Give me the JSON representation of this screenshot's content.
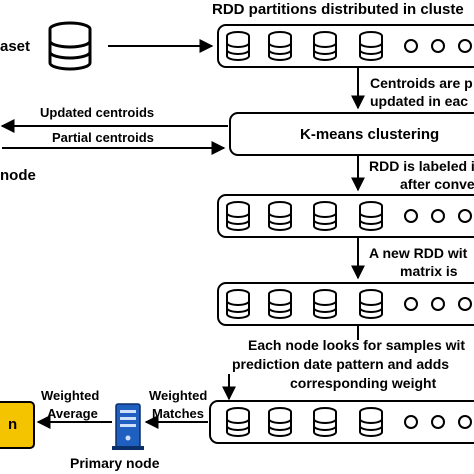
{
  "diagram": {
    "title": "RDD partitions distributed in cluste",
    "dataset_label": "aset",
    "node_label": "node",
    "centroids_note": [
      "Centroids are p",
      "updated in eac"
    ],
    "updated_centroids": "Updated centroids",
    "partial_centroids": "Partial centroids",
    "kmeans_label": "K-means clustering",
    "labeled_note": [
      "RDD is labeled i",
      "after conve"
    ],
    "new_rdd_note": [
      "A new RDD wit",
      "matrix is"
    ],
    "each_node_note": [
      "Each node looks for samples wit",
      "prediction date pattern and adds",
      "corresponding weight"
    ],
    "weighted_average": [
      "Weighted",
      "Average"
    ],
    "weighted_matches": [
      "Weighted",
      "Matches"
    ],
    "output_label": "n",
    "primary_node": "Primary node",
    "colors": {
      "output_box": "#f5c400",
      "stroke": "#000000",
      "db_fill": "#ffffff",
      "server": "#1f5fbf"
    },
    "icons": [
      "database-icon",
      "server-icon",
      "circle-icon"
    ]
  }
}
